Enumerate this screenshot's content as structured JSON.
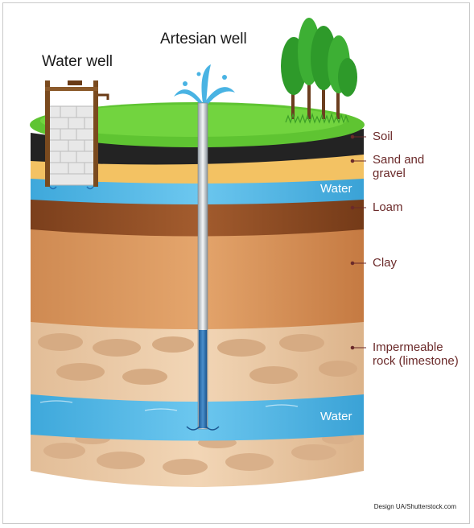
{
  "titles": {
    "water_well": "Water well",
    "artesian_well": "Artesian well"
  },
  "layers": [
    {
      "name": "Soil"
    },
    {
      "name": "Sand and\ngravel"
    },
    {
      "name": "Loam"
    },
    {
      "name": "Clay"
    },
    {
      "name": "Impermeable\nrock (limestone)"
    }
  ],
  "water_labels": {
    "upper": "Water",
    "lower": "Water"
  },
  "credit": "Design UA/Shutterstock.com",
  "colors": {
    "grass": "#5fc432",
    "soil": "#222222",
    "sand": "#f5c56a",
    "water": "#49b3e3",
    "loam": "#8a4a22",
    "clay": "#d9935a",
    "rock": "#eac9a6",
    "label": "#6b2a2a"
  }
}
